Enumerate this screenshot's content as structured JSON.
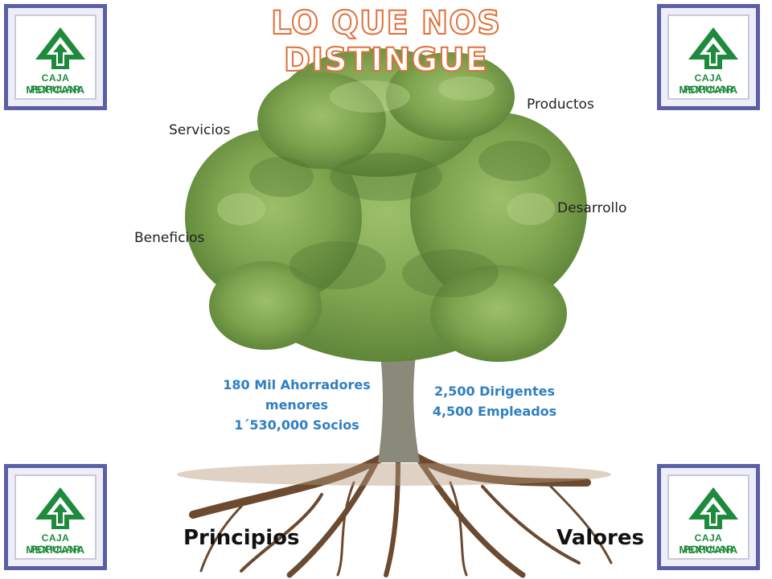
{
  "title": "LO QUE NOS DISTINGUE",
  "logo": {
    "line1": "CAJA POPULAR",
    "line2": "MEXICANA",
    "color": "#1e8a3c",
    "frame_color": "#5b5fa6"
  },
  "branches": {
    "productos": "Productos",
    "servicios": "Servicios",
    "desarrollo": "Desarrollo",
    "beneficios": "Beneficios"
  },
  "trunk_left": {
    "line1": "180 Mil Ahorradores",
    "line2": "menores",
    "line3": "1´530,000 Socios"
  },
  "trunk_right": {
    "line1": "2,500 Dirigentes",
    "line2": "4,500 Empleados"
  },
  "roots": {
    "left": "Principios",
    "right": "Valores"
  },
  "colors": {
    "title_outline": "#e0703a",
    "blue_text": "#2f7fc2"
  }
}
